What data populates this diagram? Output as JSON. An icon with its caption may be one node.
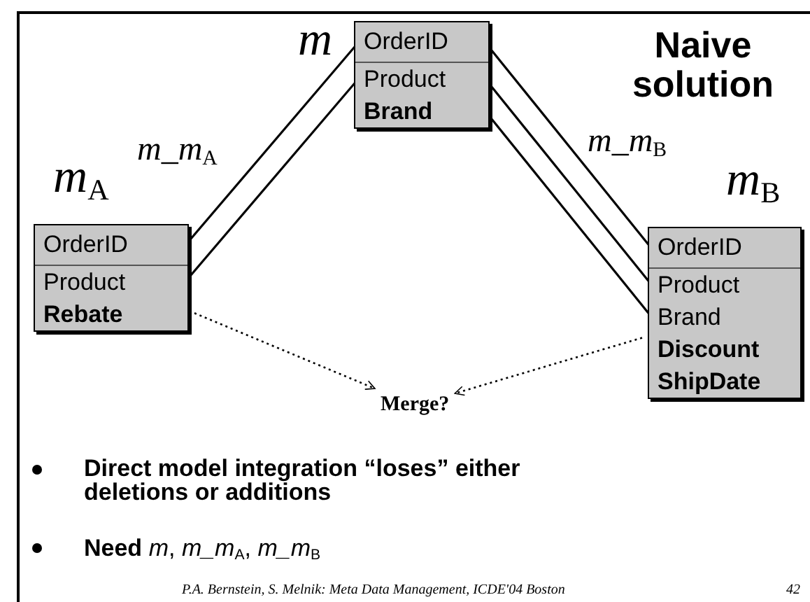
{
  "diagram": {
    "title": "Naive solution",
    "nodes": [
      {
        "text": [
          "m"
        ]
      },
      {
        "text": [
          "OrderID"
        ],
        "in": 0
      },
      {
        "text": [
          "Product"
        ],
        "in": 0
      },
      {
        "text": [
          "Brand"
        ],
        "in": 0
      },
      {
        "text": [
          "m$_{A}$"
        ]
      },
      {
        "text": [
          "OrderID"
        ],
        "in": 4
      },
      {
        "text": [
          "Product"
        ],
        "in": 4
      },
      {
        "text": [
          "Rebate"
        ],
        "in": 4
      },
      {
        "text": [
          "m$_{B}$"
        ]
      },
      {
        "text": [
          "OrderID"
        ],
        "in": 8
      },
      {
        "text": [
          "Product"
        ],
        "in": 8
      },
      {
        "text": [
          "Brand"
        ],
        "in": 8
      },
      {
        "text": [
          "Discount"
        ],
        "in": 8
      },
      {
        "text": [
          "ShipDate"
        ],
        "in": 8
      },
      {
        "text": [
          "Merge?"
        ]
      }
    ],
    "edges": [
      {
        "from": 5,
        "to": 1,
        "arrow": "none"
      },
      {
        "from": 6,
        "to": 2,
        "arrow": "none"
      },
      {
        "from": 1,
        "to": 9,
        "arrow": "none"
      },
      {
        "from": 2,
        "to": 10,
        "arrow": "none"
      },
      {
        "from": 3,
        "to": 11,
        "arrow": "none"
      },
      {
        "from": 4,
        "to": 14,
        "arrow": "to",
        "style": "dashed"
      },
      {
        "from": 8,
        "to": 14,
        "arrow": "to",
        "style": "dashed"
      }
    ],
    "labels": [
      "m_m$_{A}$",
      "m_m$_{B}$",
      "Direct model integration “loses” either deletions or additions",
      "**Need** *m*, *m_m*$_{A}$, *m_m*$_{B}$",
      "P.A. Bernstein, S. Melnik: Meta Data Management, ICDE'04 Boston",
      "42"
    ]
  }
}
